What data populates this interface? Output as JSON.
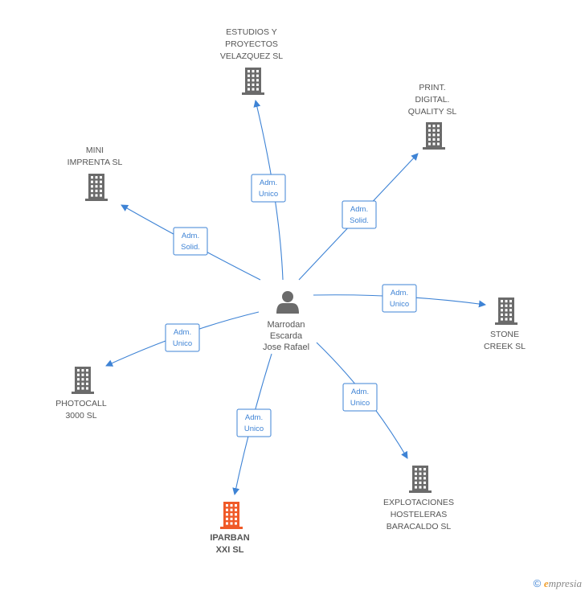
{
  "center": {
    "lines": [
      "Marrodan",
      "Escarda",
      "Jose Rafael"
    ],
    "icon": "person-icon"
  },
  "companies": [
    {
      "id": "estudios",
      "lines": [
        "ESTUDIOS Y",
        "PROYECTOS",
        "VELAZQUEZ SL"
      ],
      "relation": [
        "Adm.",
        "Unico"
      ],
      "icon": "building-icon"
    },
    {
      "id": "print",
      "lines": [
        "PRINT.",
        "DIGITAL.",
        "QUALITY SL"
      ],
      "relation": [
        "Adm.",
        "Solid."
      ],
      "icon": "building-icon"
    },
    {
      "id": "mini",
      "lines": [
        "MINI",
        "IMPRENTA SL"
      ],
      "relation": [
        "Adm.",
        "Solid."
      ],
      "icon": "building-icon"
    },
    {
      "id": "stone",
      "lines": [
        "STONE",
        "CREEK SL"
      ],
      "relation": [
        "Adm.",
        "Unico"
      ],
      "icon": "building-icon"
    },
    {
      "id": "photocall",
      "lines": [
        "PHOTOCALL",
        "3000 SL"
      ],
      "relation": [
        "Adm.",
        "Unico"
      ],
      "icon": "building-icon"
    },
    {
      "id": "explotaciones",
      "lines": [
        "EXPLOTACIONES",
        "HOSTELERAS",
        "BARACALDO  SL"
      ],
      "relation": [
        "Adm.",
        "Unico"
      ],
      "icon": "building-icon"
    },
    {
      "id": "iparban",
      "lines": [
        "IPARBAN",
        "XXI SL"
      ],
      "relation": [
        "Adm.",
        "Unico"
      ],
      "icon": "building-icon",
      "highlight": true
    }
  ],
  "colors": {
    "edge": "#3e83d5",
    "building": "#6b6b6b",
    "building_highlight": "#f05a28",
    "person": "#6b6b6b"
  },
  "footer": {
    "copyright": "©",
    "brand_initial": "e",
    "brand_rest": "mpresia"
  }
}
